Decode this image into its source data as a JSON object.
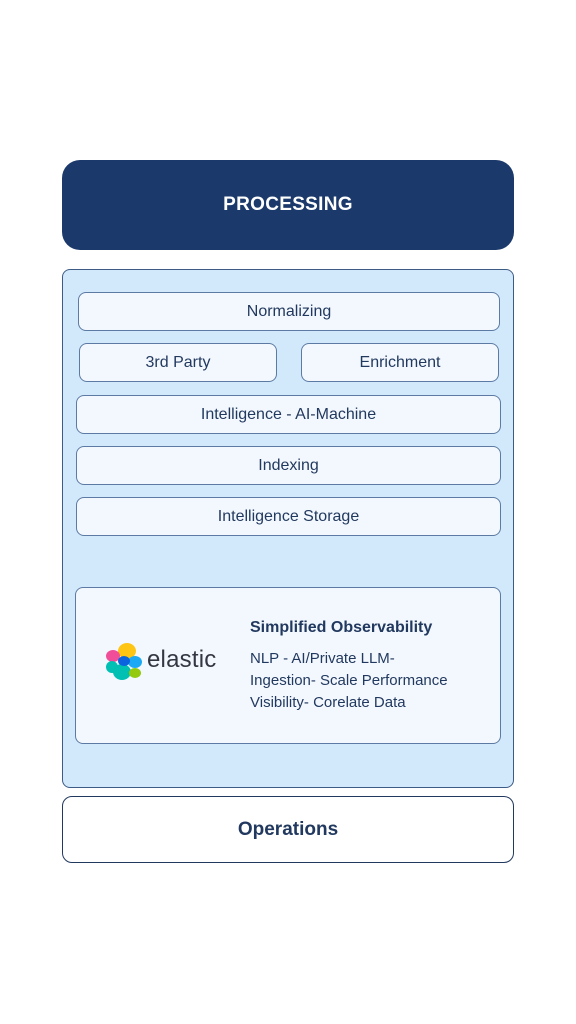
{
  "header": {
    "title": "PROCESSING"
  },
  "processing_steps": {
    "normalizing": "Normalizing",
    "third_party": "3rd Party",
    "enrichment": "Enrichment",
    "intelligence_ai": "Intelligence - AI-Machine",
    "indexing": "Indexing",
    "intelligence_storage": "Intelligence Storage"
  },
  "elastic_card": {
    "logo_icon": "elastic-logo-icon",
    "logo_text": "elastic",
    "title": "Simplified Observability",
    "lines": [
      "NLP - AI/Private LLM-",
      "Ingestion- Scale Performance",
      "Visibility- Corelate Data"
    ]
  },
  "footer": {
    "label": "Operations"
  },
  "colors": {
    "header_bg": "#1b3a6b",
    "panel_bg": "#d2e9fb",
    "box_bg": "#f3f8fe",
    "text": "#22395f"
  }
}
